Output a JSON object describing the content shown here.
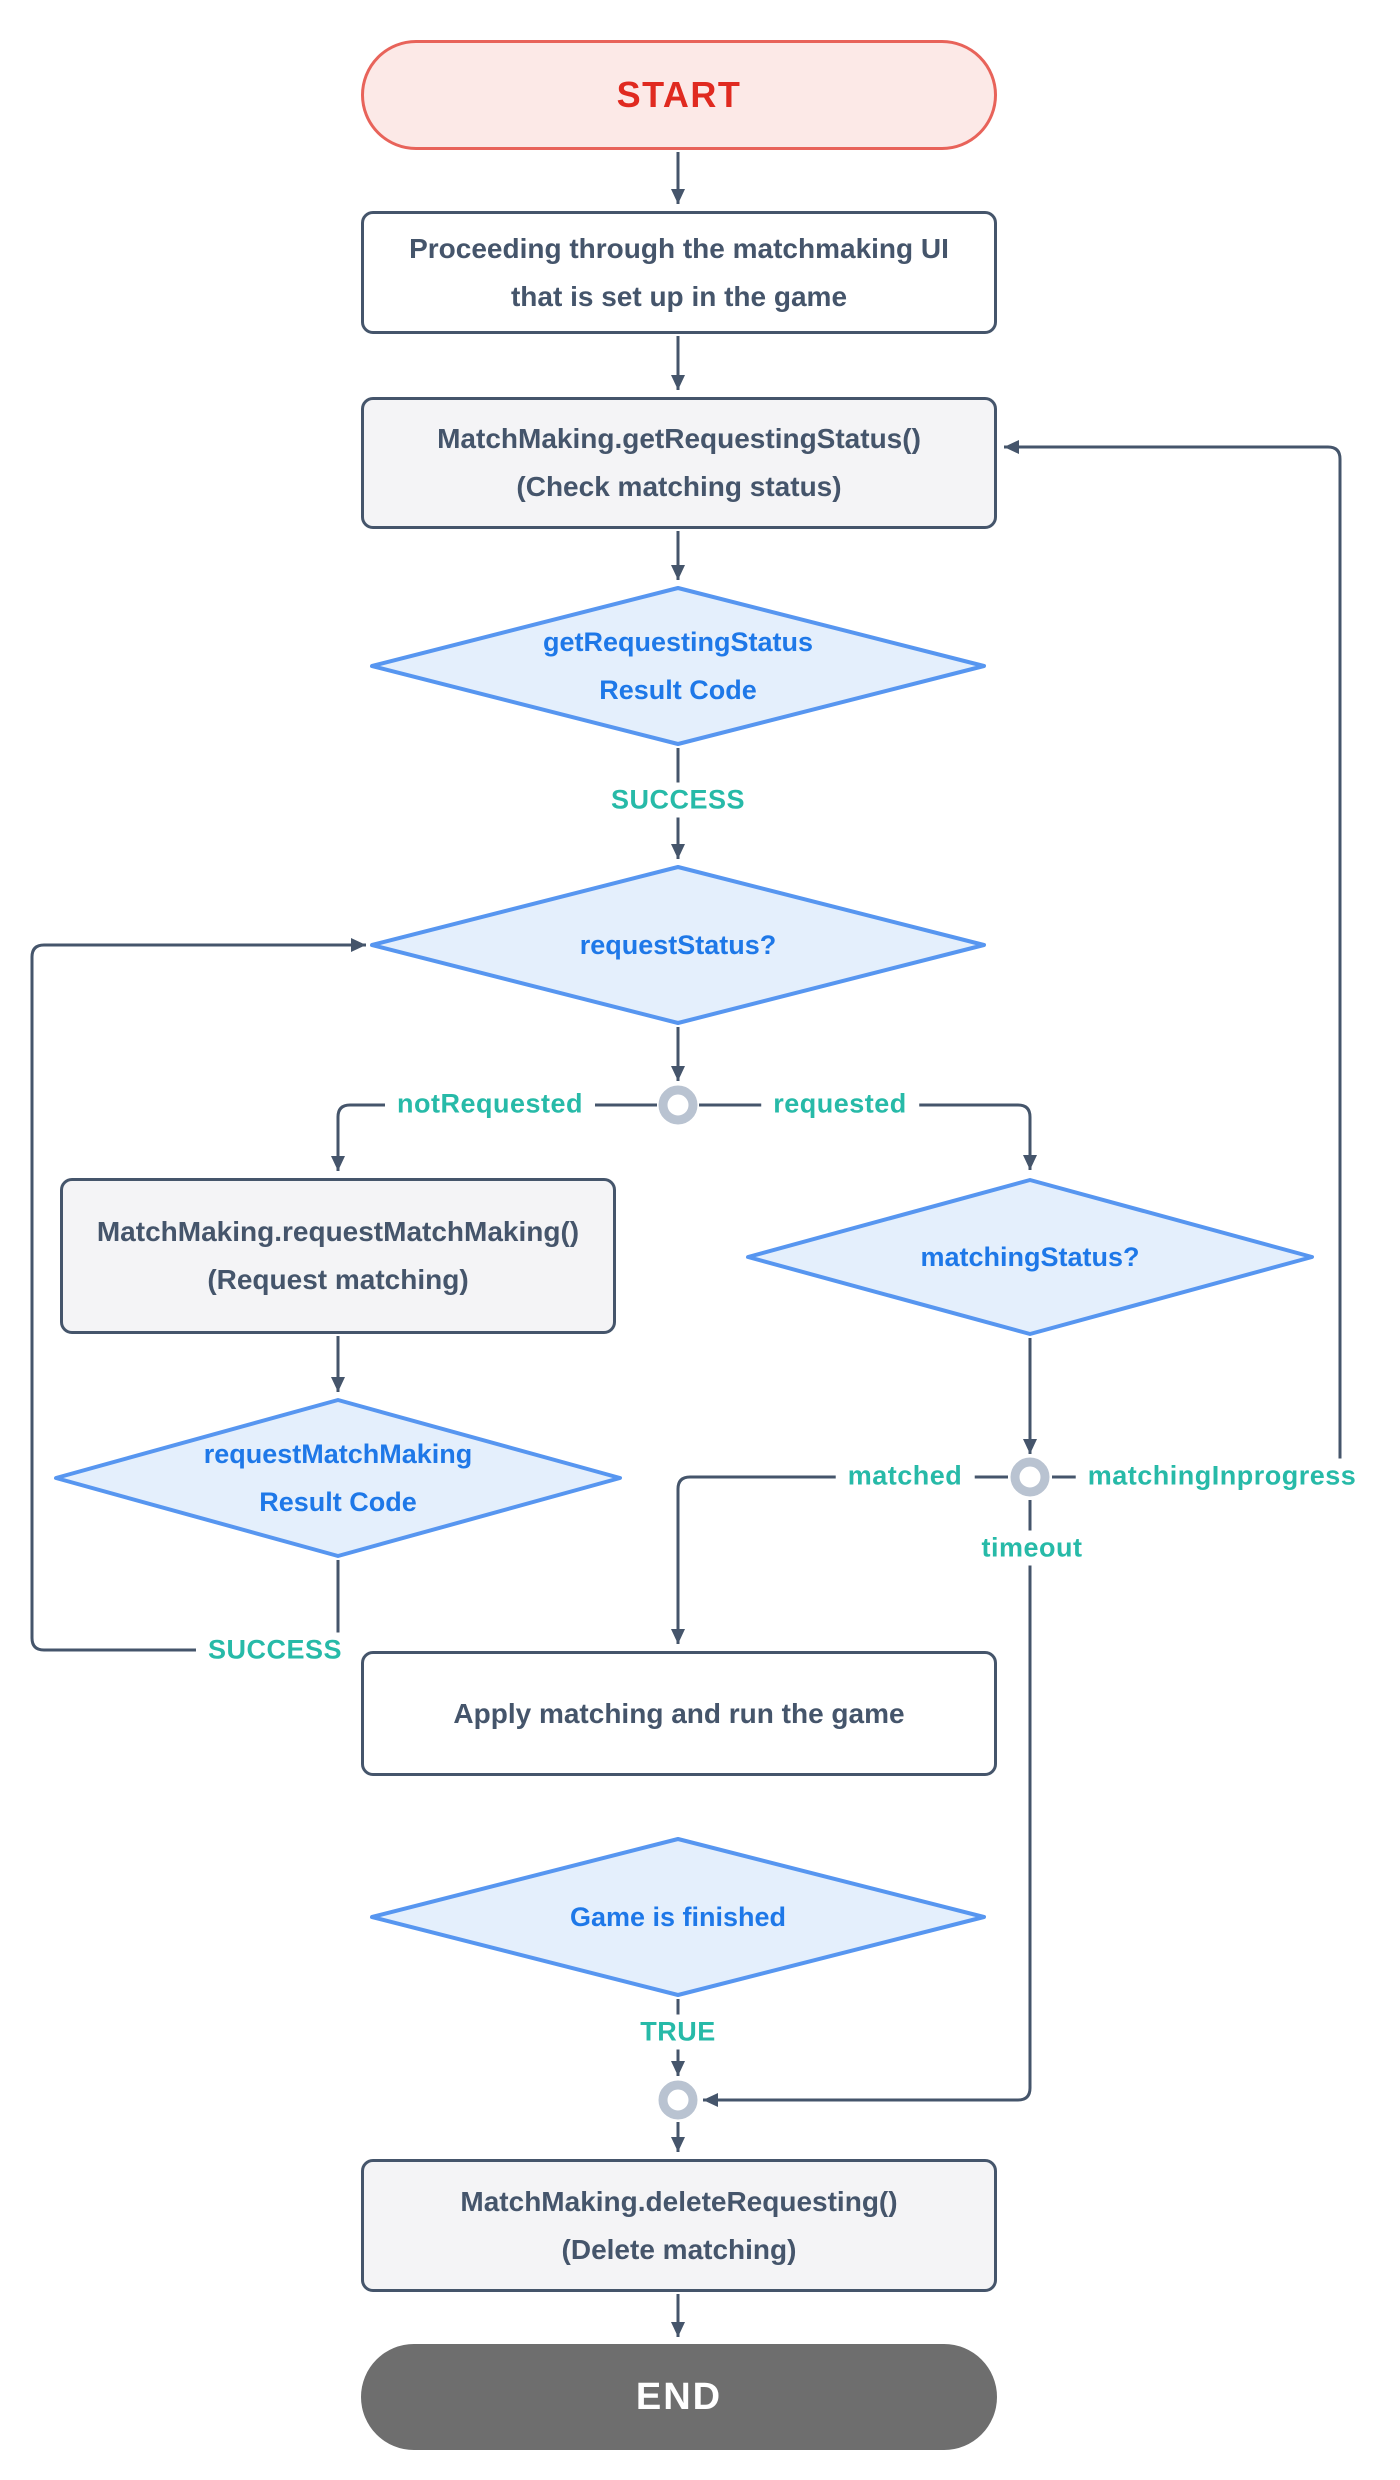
{
  "colors": {
    "background": "#FFFFFF",
    "ink": "#45556B",
    "edge": "#45556B",
    "teal": "#27BAA8",
    "decision-text": "#1E78E8",
    "decision-border": "#5796F0",
    "decision-fill": "#E4EFFC",
    "start-text": "#E02A20",
    "start-border": "#E8635A",
    "start-fill": "#FCE9E7",
    "api-fill": "#F4F4F6",
    "process-fill": "#FFFFFF",
    "end-fill": "#6E6E6E",
    "end-text": "#FFFFFF",
    "ring": "#B9C3D1"
  },
  "nodes": {
    "start": {
      "label": "START"
    },
    "proceed_ui": {
      "lines": [
        "Proceeding through the matchmaking UI",
        "that is set up in the game"
      ]
    },
    "get_requesting_status": {
      "lines": [
        "MatchMaking.getRequestingStatus()",
        "(Check matching status)"
      ]
    },
    "get_requesting_status_result": {
      "lines": [
        "getRequestingStatus",
        "Result Code"
      ]
    },
    "request_status": {
      "label": "requestStatus?"
    },
    "request_matchmaking": {
      "lines": [
        "MatchMaking.requestMatchMaking()",
        "(Request matching)"
      ]
    },
    "request_matchmaking_result": {
      "lines": [
        "requestMatchMaking",
        "Result Code"
      ]
    },
    "matching_status": {
      "label": "matchingStatus?"
    },
    "apply_matching": {
      "label": "Apply matching and run the game"
    },
    "game_finished": {
      "label": "Game is finished"
    },
    "delete_requesting": {
      "lines": [
        "MatchMaking.deleteRequesting()",
        "(Delete matching)"
      ]
    },
    "end": {
      "label": "END"
    }
  },
  "edge_labels": {
    "success_get": "SUCCESS",
    "not_requested": "notRequested",
    "requested": "requested",
    "success_request": "SUCCESS",
    "matched": "matched",
    "matching_inprogress": "matchingInprogress",
    "timeout": "timeout",
    "game_true": "TRUE"
  }
}
